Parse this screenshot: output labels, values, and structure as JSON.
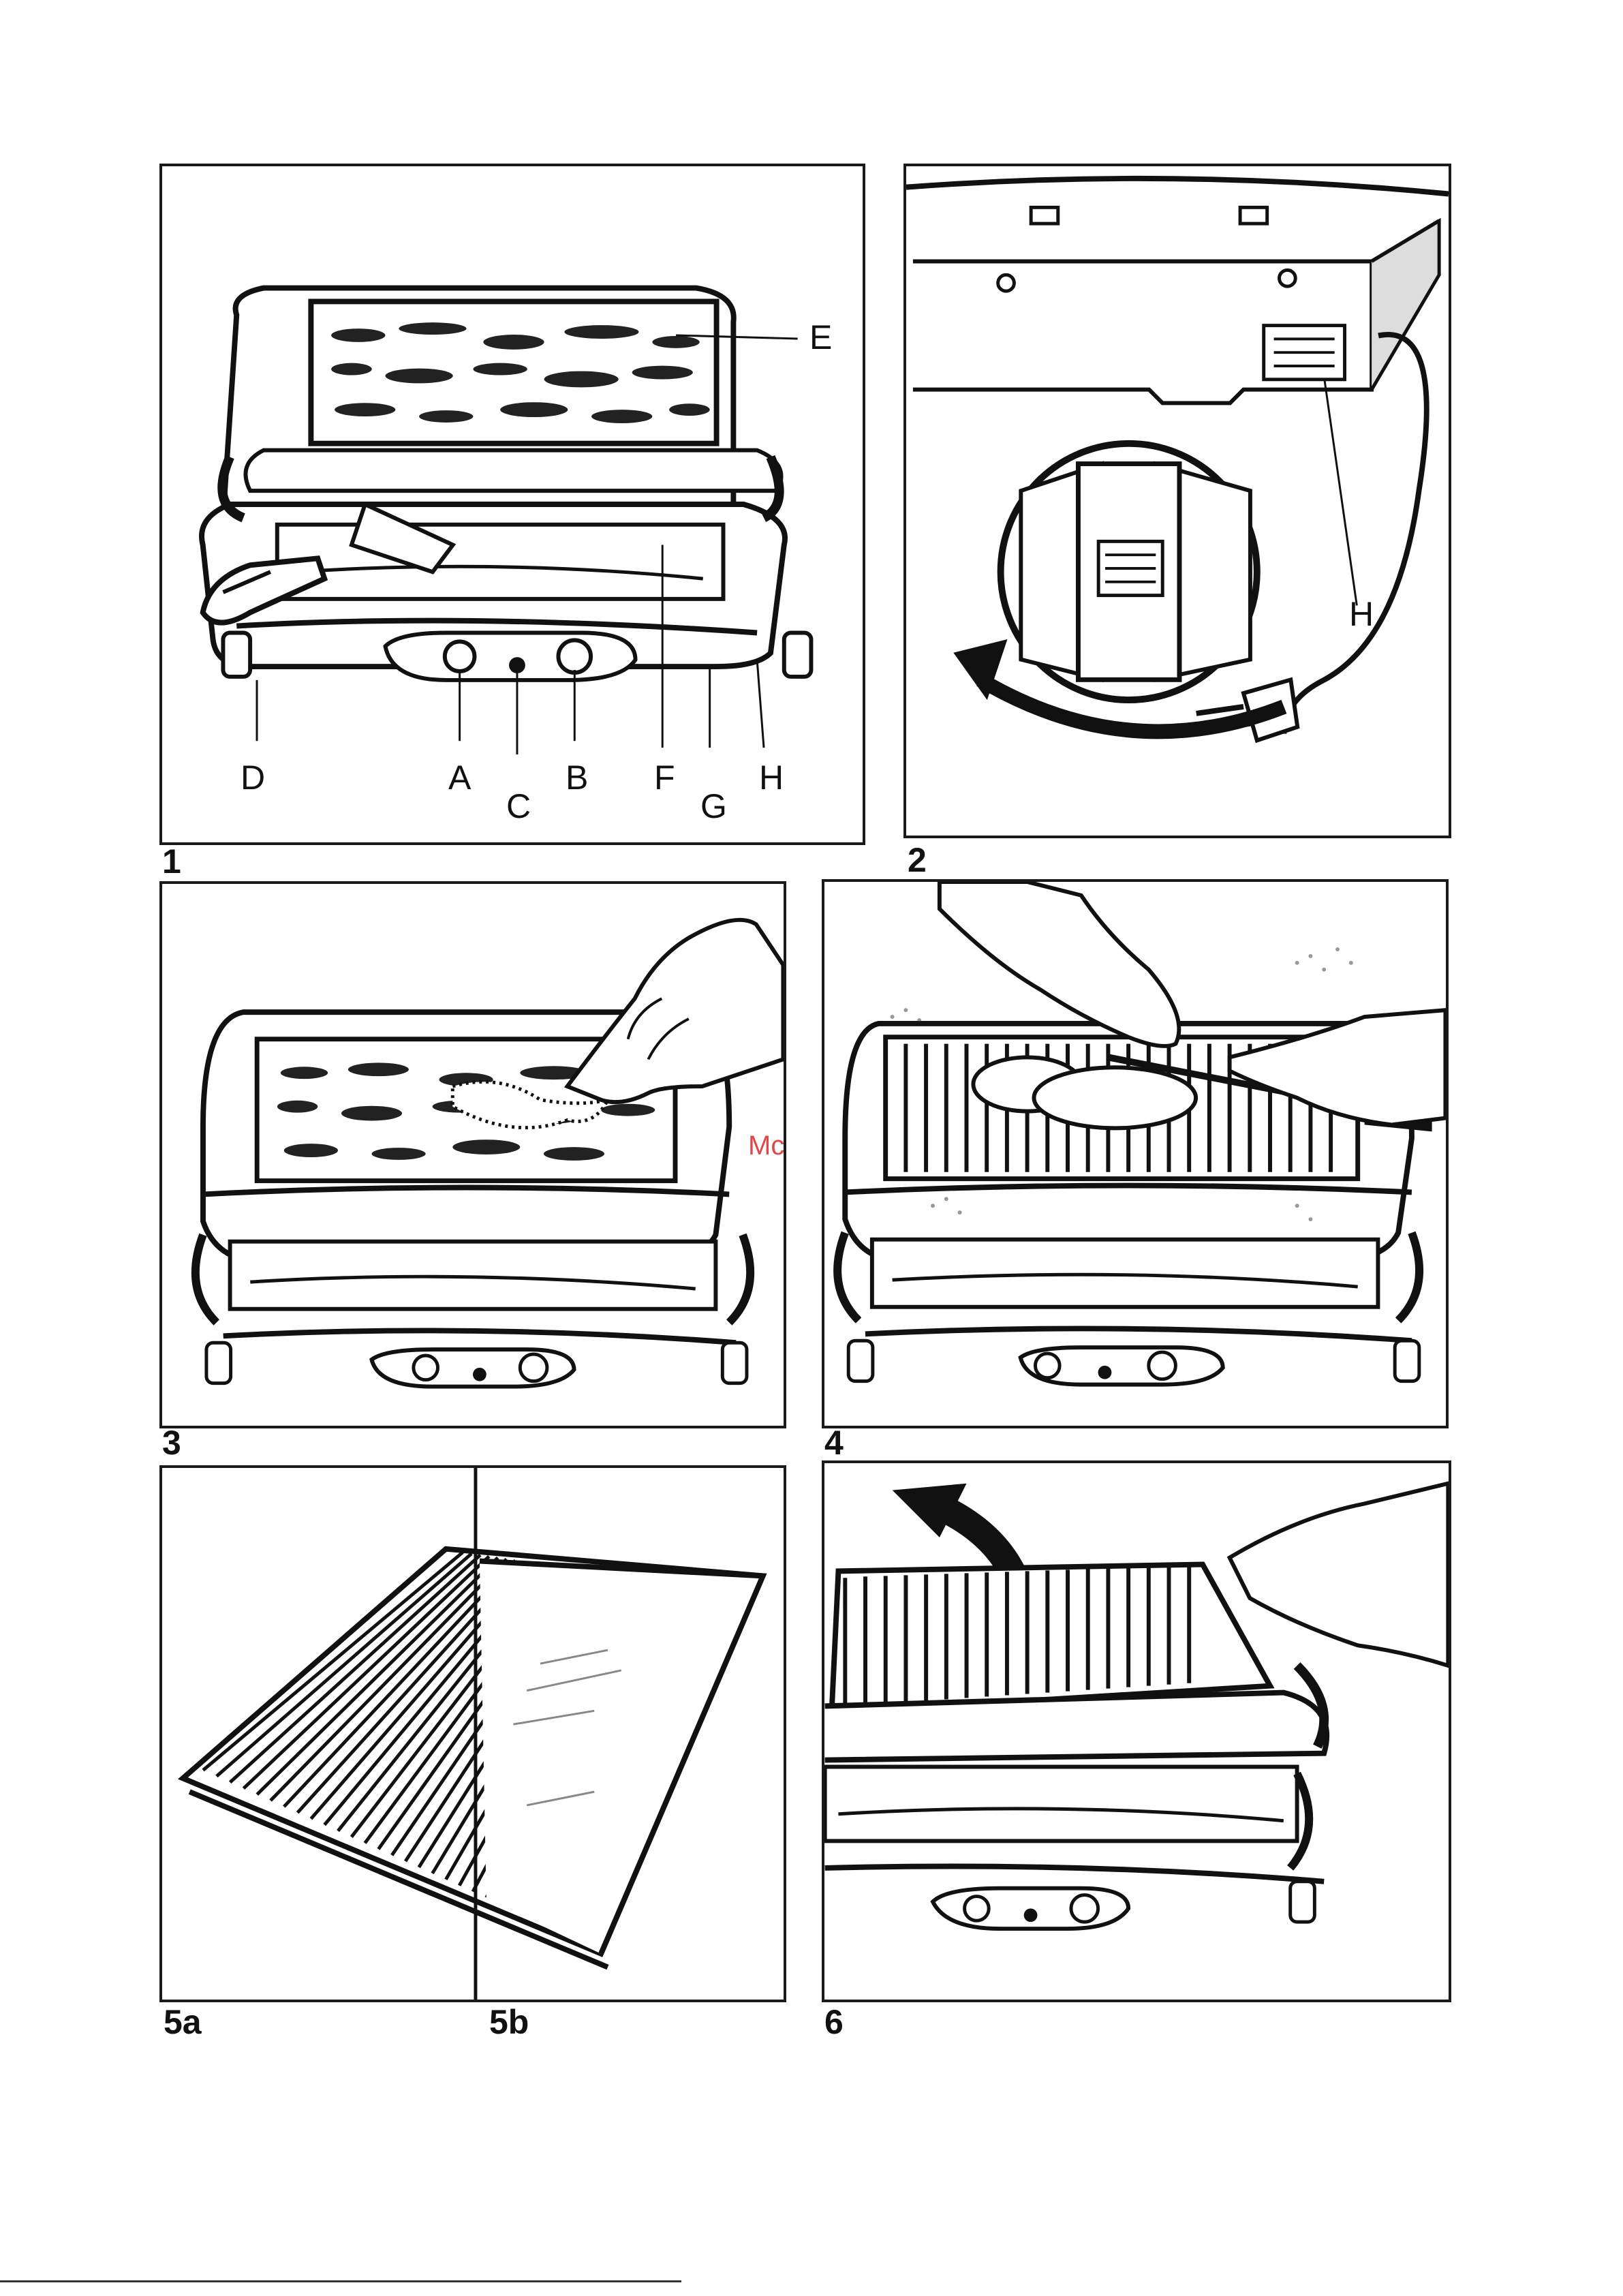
{
  "figures": {
    "fig1": {
      "number": "1",
      "callouts": {
        "A": "A",
        "B": "B",
        "C": "C",
        "D": "D",
        "E": "E",
        "F": "F",
        "G": "G",
        "H": "H"
      }
    },
    "fig2": {
      "number": "2",
      "callouts": {
        "H": "H"
      }
    },
    "fig3": {
      "number": "3"
    },
    "fig4": {
      "number": "4"
    },
    "fig5a": {
      "number": "5a"
    },
    "fig5b": {
      "number": "5b"
    },
    "fig6": {
      "number": "6"
    }
  },
  "watermark": "McGrp.Ru"
}
